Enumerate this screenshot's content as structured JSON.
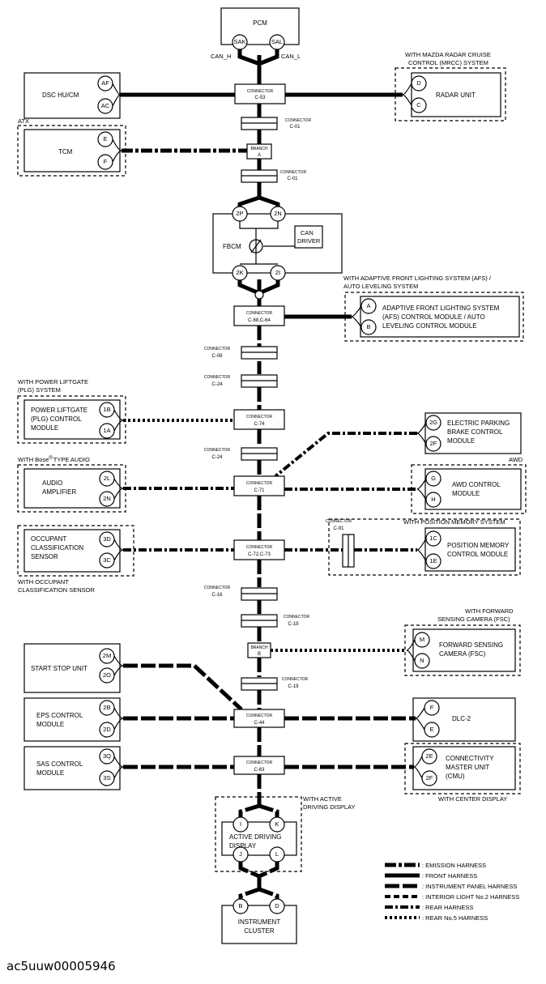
{
  "footer_id": "ac5uuw00005946",
  "modules": {
    "pcm": {
      "label": "PCM",
      "pins": [
        "SAK",
        "SAL"
      ],
      "can_h": "CAN_H",
      "can_l": "CAN_L"
    },
    "dsc": {
      "label": "DSC HU/CM",
      "pins": [
        "AF",
        "AC"
      ]
    },
    "radar": {
      "label": "RADAR UNIT",
      "pins": [
        "D",
        "C"
      ],
      "note1": "WITH MAZDA RADAR CRUISE",
      "note2": "CONTROL (MRCC) SYSTEM"
    },
    "tcm": {
      "label": "TCM",
      "pins": [
        "E",
        "F"
      ],
      "note": "ATX"
    },
    "fbcm": {
      "label": "FBCM",
      "pins": [
        "2P",
        "2N",
        "2K",
        "2I"
      ],
      "can_driver1": "CAN",
      "can_driver2": "DRIVER"
    },
    "afs": {
      "line1": "ADAPTIVE FRONT LIGHTING SYSTEM",
      "line2": "(AFS) CONTROL MODULE / AUTO",
      "line3": "LEVELING CONTROL MODULE",
      "pins": [
        "A",
        "B"
      ],
      "note1": "WITH ADAPTIVE FRONT LIGHTING SYSTEM (AFS) /",
      "note2": "AUTO LEVELING SYSTEM"
    },
    "plg": {
      "line1": "POWER LIFTGATE",
      "line2": "(PLG) CONTROL",
      "line3": "MODULE",
      "pins": [
        "1B",
        "1A"
      ],
      "note1": "WITH POWER LIFTGATE",
      "note2": "(PLG) SYSTEM"
    },
    "epb": {
      "line1": "ELECTRIC PARKING",
      "line2": "BRAKE CONTROL",
      "line3": "MODULE",
      "pins": [
        "2G",
        "2F"
      ]
    },
    "audio": {
      "line1": "AUDIO",
      "line2": "AMPLIFIER",
      "pins": [
        "2L",
        "2N"
      ],
      "note_pre": "WITH Bose",
      "note_sup": "®",
      "note_post": "TYPE AUDIO"
    },
    "awd": {
      "line1": "AWD CONTROL",
      "line2": "MODULE",
      "pins": [
        "G",
        "H"
      ],
      "note": "AWD"
    },
    "ocs": {
      "line1": "OCCUPANT",
      "line2": "CLASSIFICATION",
      "line3": "SENSOR",
      "pins": [
        "3D",
        "3C"
      ],
      "note1": "WITH OCCUPANT",
      "note2": "CLASSIFICATION SENSOR"
    },
    "pmem": {
      "line1": "POSITION MEMORY",
      "line2": "CONTROL MODULE",
      "pins": [
        "1C",
        "1E"
      ],
      "note": "WITH POSITION MEMORY SYSTEM"
    },
    "fsc": {
      "line1": "FORWARD SENSING",
      "line2": "CAMERA (FSC)",
      "pins": [
        "M",
        "N"
      ],
      "note1": "WITH FORWARD",
      "note2": "SENSING CAMERA (FSC)"
    },
    "ssu": {
      "label": "START STOP UNIT",
      "pins": [
        "2M",
        "2O"
      ]
    },
    "eps": {
      "line1": "EPS CONTROL",
      "line2": "MODULE",
      "pins": [
        "2B",
        "2D"
      ]
    },
    "dlc": {
      "label": "DLC-2",
      "pins": [
        "F",
        "E"
      ]
    },
    "sas": {
      "line1": "SAS CONTROL",
      "line2": "MODULE",
      "pins": [
        "3Q",
        "3S"
      ]
    },
    "cmu": {
      "line1": "CONNECTIVITY",
      "line2": "MASTER UNIT",
      "line3": "(CMU)",
      "pins": [
        "2E",
        "2F"
      ],
      "note": "WITH CENTER DISPLAY"
    },
    "add": {
      "line1": "ACTIVE DRIVING",
      "line2": "DISPLAY",
      "pins": [
        "I",
        "K",
        "J",
        "L"
      ],
      "note1": "WITH ACTIVE",
      "note2": "DRIVING DISPLAY"
    },
    "ic": {
      "line1": "INSTRUMENT",
      "line2": "CLUSTER",
      "pins": [
        "B",
        "D"
      ]
    }
  },
  "connectors": {
    "c53": {
      "word": "CONNECTOR",
      "id": "C-53"
    },
    "c01a": {
      "word": "CONNECTOR",
      "id": "C-01"
    },
    "branch_a": {
      "word": "BRANCH",
      "id": "A"
    },
    "c01b": {
      "word": "CONNECTOR",
      "id": "C-01"
    },
    "c68": {
      "word": "CONNECTOR",
      "id": "C-68,C-64"
    },
    "c08": {
      "word": "CONNECTOR",
      "id": "C-08"
    },
    "c24a": {
      "word": "CONNECTOR",
      "id": "C-24"
    },
    "c74": {
      "word": "CONNECTOR",
      "id": "C-74"
    },
    "c24b": {
      "word": "CONNECTOR",
      "id": "C-24"
    },
    "c71": {
      "word": "CONNECTOR",
      "id": "C-71"
    },
    "c72": {
      "word": "CONNECTOR",
      "id": "C-72,C-73"
    },
    "c91": {
      "word": "CONNECTOR",
      "id": "C-91"
    },
    "c16": {
      "word": "CONNECTOR",
      "id": "C-16"
    },
    "c19a": {
      "word": "CONNECTOR",
      "id": "C-19"
    },
    "branch_b": {
      "word": "BRANCH",
      "id": "B"
    },
    "c19b": {
      "word": "CONNECTOR",
      "id": "C-19"
    },
    "c44": {
      "word": "CONNECTOR",
      "id": "C-44"
    },
    "c63": {
      "word": "CONNECTOR",
      "id": "C-63"
    }
  },
  "legend": [
    {
      "label": ": EMISSION HARNESS",
      "style": "emission"
    },
    {
      "label": ": FRONT HARNESS",
      "style": "front"
    },
    {
      "label": ": INSTRUMENT PANEL HARNESS",
      "style": "ip"
    },
    {
      "label": ": INTERIOR LIGHT No.2 HARNESS",
      "style": "interior"
    },
    {
      "label": ": REAR HARNESS",
      "style": "rear"
    },
    {
      "label": ": REAR No.5 HARNESS",
      "style": "rear5"
    }
  ],
  "colors": {
    "line": "#000000",
    "background": "#ffffff"
  }
}
